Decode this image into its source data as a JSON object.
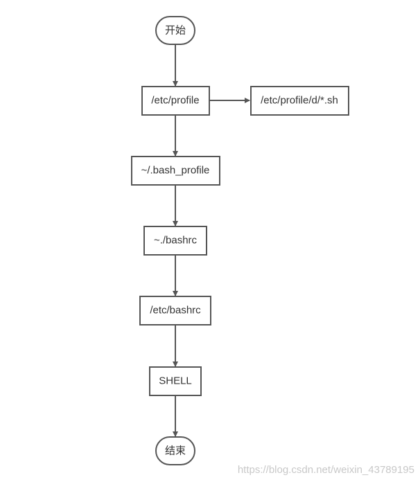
{
  "diagram": {
    "nodes": {
      "start": "开始",
      "etc_profile": "/etc/profile",
      "profile_d": "/etc/profile/d/*.sh",
      "bash_profile": "~/.bash_profile",
      "bashrc_home": "~./bashrc",
      "etc_bashrc": "/etc/bashrc",
      "shell": "SHELL",
      "end": "结束"
    }
  },
  "watermark": "https://blog.csdn.net/weixin_43789195"
}
